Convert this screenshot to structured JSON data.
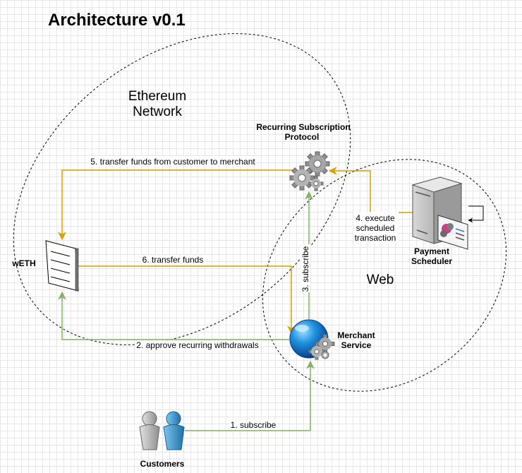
{
  "title": "Architecture v0.1",
  "regions": {
    "ethereum": [
      "Ethereum",
      "Network"
    ],
    "web": "Web"
  },
  "nodes": {
    "protocol": [
      "Recurring Subscription",
      "Protocol"
    ],
    "weth": "wETH",
    "merchant": [
      "Merchant",
      "Service"
    ],
    "scheduler": [
      "Payment",
      "Scheduler"
    ],
    "customers": "Customers"
  },
  "edges": {
    "e1": "1. subscribe",
    "e2": "2. approve recurring withdrawals",
    "e3": "3. subscribe",
    "e4": [
      "4. execute",
      "scheduled",
      "transaction"
    ],
    "e5": "5. transfer funds from customer to merchant",
    "e6": "6. transfer funds"
  },
  "colors": {
    "green": "#82b366",
    "gold": "#d6a000",
    "black": "#000000"
  },
  "icons": {
    "protocol": "gears-icon",
    "weth": "document-icon",
    "merchant": "globe-gears-icon",
    "scheduler": "server-icon",
    "customers": "users-icon"
  }
}
